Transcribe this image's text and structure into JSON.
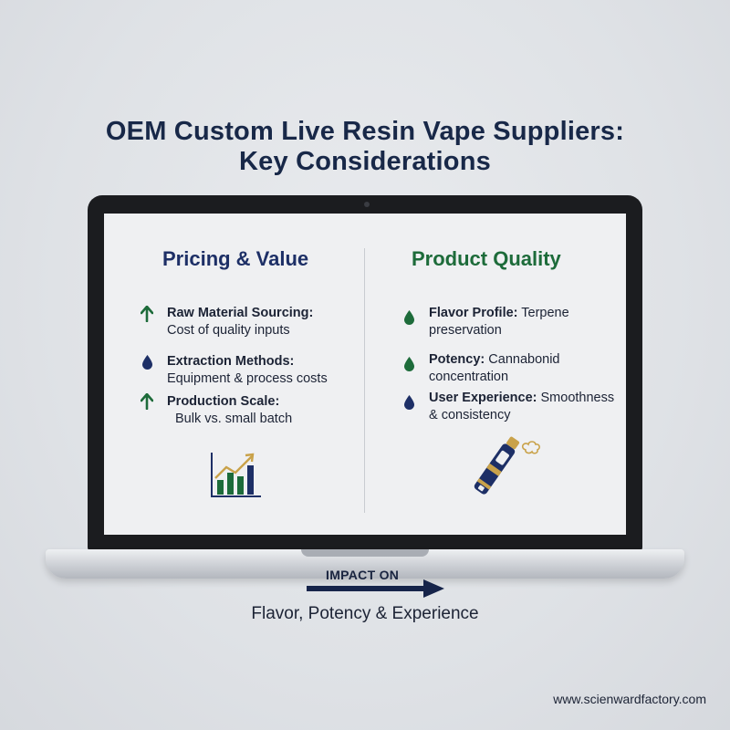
{
  "title": {
    "line1": "OEM Custom Live Resin Vape Suppliers:",
    "line2": "Key Considerations"
  },
  "left": {
    "heading": "Pricing & Value",
    "items": [
      {
        "icon": "arrow-up-icon",
        "label": "Raw Material Sourcing:",
        "text": "Cost of quality inputs"
      },
      {
        "icon": "droplet-icon",
        "label": "Extraction Methods:",
        "text": "Equipment & process costs"
      },
      {
        "icon": "arrow-up-icon",
        "label": "Production Scale:",
        "text": "Bulk vs. small batch"
      }
    ],
    "illustration": "bar-chart-growth-icon"
  },
  "right": {
    "heading": "Product Quality",
    "items": [
      {
        "icon": "droplet-icon",
        "label": "Flavor Profile:",
        "text1": "Terpene",
        "text2": "preservation"
      },
      {
        "icon": "droplet-icon",
        "label": "Potency:",
        "text1": "Cannabonid",
        "text2": "concentration"
      },
      {
        "icon": "droplet-icon",
        "label": "User Experience:",
        "text1": "Smoothness",
        "text2": "& consistency"
      }
    ],
    "illustration": "vape-pen-icon"
  },
  "impact": {
    "label": "IMPACT ON",
    "text": "Flavor, Potency & Experience"
  },
  "footer": {
    "url": "www.scienwardfactory.com"
  },
  "colors": {
    "navy": "#1d2f66",
    "green": "#1d6b3a",
    "gold": "#c9a24a",
    "background": "#e3e6ea"
  }
}
